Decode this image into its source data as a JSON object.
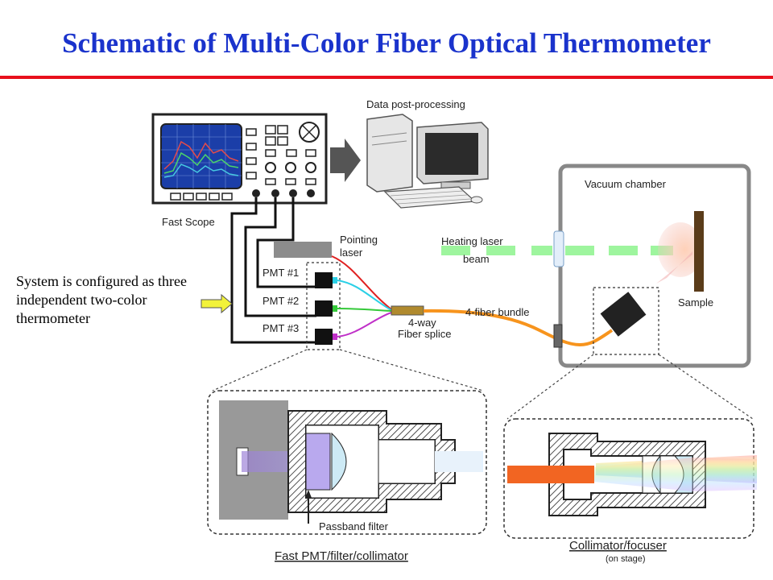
{
  "title": "Schematic of Multi-Color Fiber Optical Thermometer",
  "side_note": "System is configured as three independent two-color thermometer",
  "labels": {
    "data_post_processing": "Data post-processing",
    "fast_scope": "Fast Scope",
    "pointing_laser_1": "Pointing",
    "pointing_laser_2": "laser",
    "pmt1": "PMT #1",
    "pmt2": "PMT #2",
    "pmt3": "PMT #3",
    "fiber_splice_1": "4-way",
    "fiber_splice_2": "Fiber splice",
    "fiber_bundle": "4-fiber bundle",
    "heating_laser_1": "Heating laser",
    "heating_laser_2": "beam",
    "vacuum_chamber": "Vacuum chamber",
    "sample": "Sample",
    "passband_filter": "Passband filter",
    "fast_pmt_caption": "Fast PMT/filter/collimator",
    "collimator_caption": "Collimator/focuser",
    "collimator_sub": "(on stage)"
  },
  "colors": {
    "title": "#1a33cc",
    "rule": "#e8101c",
    "fiber_orange": "#f7941d",
    "heating_beam": "#9ef59e",
    "arrow_yellow": "#f2f23a"
  }
}
